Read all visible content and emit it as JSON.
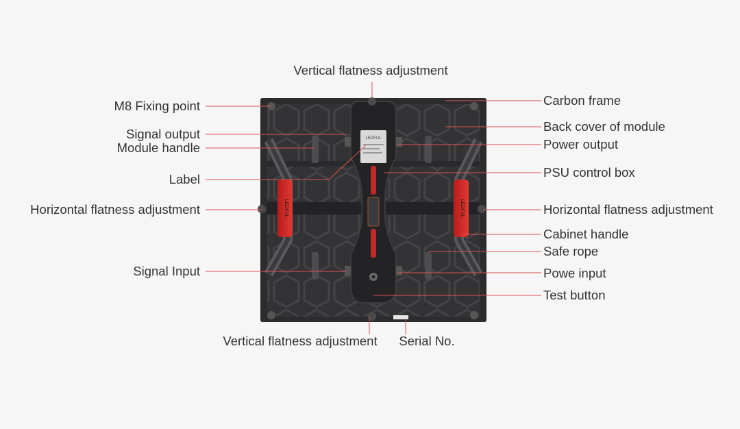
{
  "diagram": {
    "labels": {
      "vertical_top": "Vertical flatness adjustment",
      "m8_fixing_point": "M8 Fixing point",
      "signal_output": "Signal output",
      "module_handle": "Module handle",
      "label": "Label",
      "horizontal_left": "Horizontal flatness adjustment",
      "signal_input": "Signal Input",
      "vertical_bottom": "Vertical flatness adjustment",
      "serial_no": "Serial No.",
      "carbon_frame": "Carbon frame",
      "back_cover": "Back cover of module",
      "power_output": "Power output",
      "psu_control_box": "PSU control box",
      "horizontal_right": "Horizontal flatness adjustment",
      "cabinet_handle": "Cabinet handle",
      "safe_rope": "Safe rope",
      "power_input": "Powe input",
      "test_button": "Test button"
    },
    "handle_text": "LEDFUL",
    "device_label_text": "LEDFUL",
    "leader_line_color": "#d9534f",
    "body_color": "#2a2a2c"
  }
}
